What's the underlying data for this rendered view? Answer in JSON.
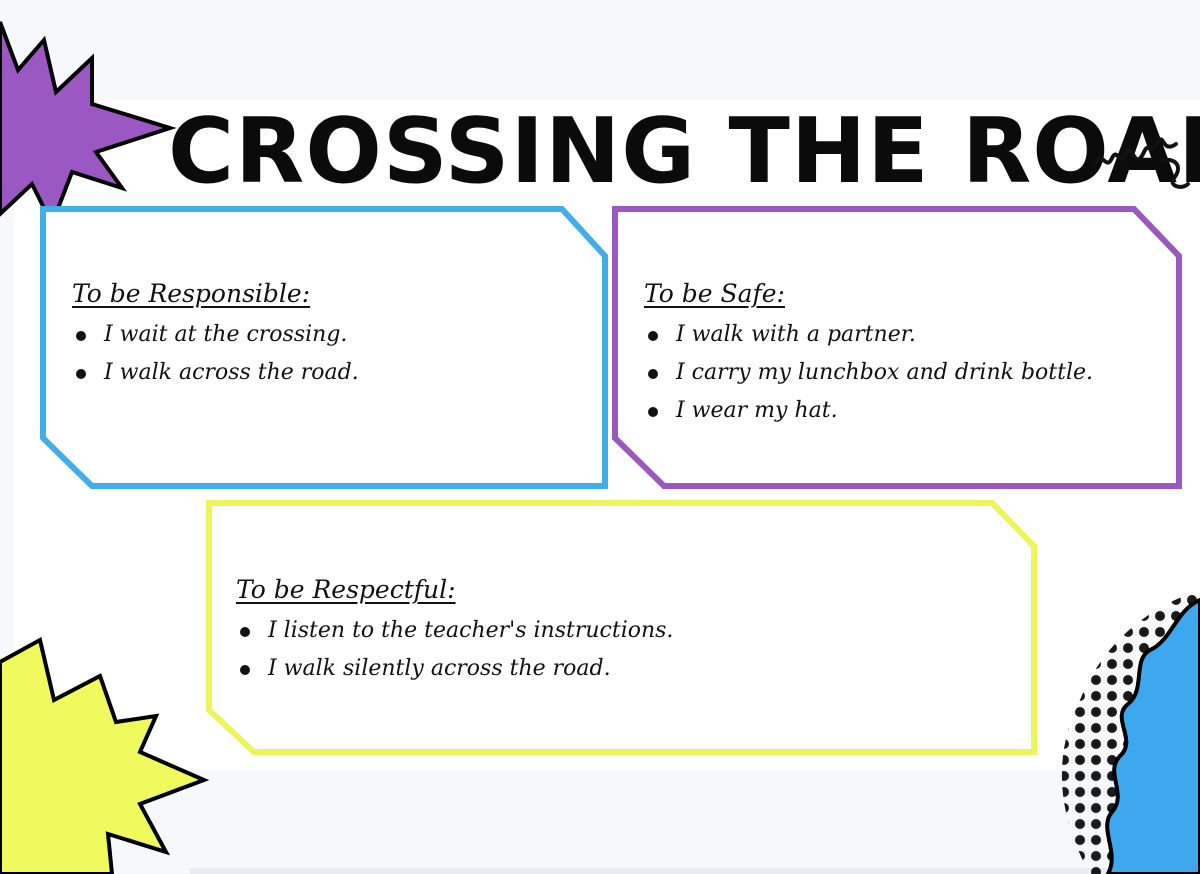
{
  "poster": {
    "title": "CROSSING THE ROAD",
    "colors": {
      "blue": "#42aee8",
      "purple": "#9b59c0",
      "yellow": "#eef55a",
      "burst_purple": "#9b57c2",
      "burst_yellow": "#f0fa5c",
      "burst_blue": "#3ea8ee"
    }
  },
  "cards": [
    {
      "heading": "To be Responsible:",
      "items": [
        "I wait at the crossing.",
        "I walk across the road."
      ]
    },
    {
      "heading": "To be Safe:",
      "items": [
        "I walk with a partner.",
        "I carry my lunchbox and drink bottle.",
        "I wear my hat."
      ]
    },
    {
      "heading": "To be Respectful:",
      "items": [
        "I listen to the teacher's instructions.",
        "I walk silently across the road."
      ]
    }
  ]
}
